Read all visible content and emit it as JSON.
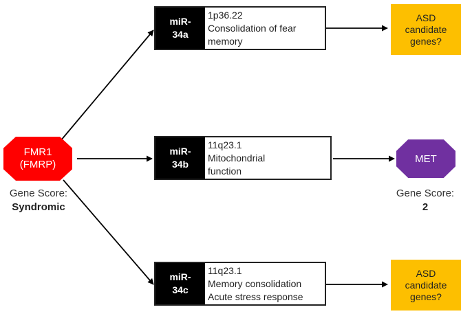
{
  "source_node": {
    "line1": "FMR1",
    "line2": "(FMRP)",
    "color": "#ff0000"
  },
  "source_score": {
    "label": "Gene Score:",
    "value": "Syndromic"
  },
  "mirnas": [
    {
      "name_line1": "miR-",
      "name_line2": "34a",
      "lines": [
        "1p36.22",
        "Consolidation of fear",
        "memory"
      ]
    },
    {
      "name_line1": "miR-",
      "name_line2": "34b",
      "lines": [
        "11q23.1",
        "Mitochondrial",
        "function"
      ]
    },
    {
      "name_line1": "miR-",
      "name_line2": "34c",
      "lines": [
        "11q23.1",
        "Memory consolidation",
        "Acute stress response"
      ]
    }
  ],
  "targets": [
    {
      "lines": [
        "ASD",
        "candidate",
        "genes?"
      ],
      "color": "#fdbf00"
    },
    {
      "label": "MET",
      "color": "#7030a0"
    },
    {
      "lines": [
        "ASD",
        "candidate",
        "genes?"
      ],
      "color": "#fdbf00"
    }
  ],
  "target_score": {
    "label": "Gene Score:",
    "value": "2"
  }
}
